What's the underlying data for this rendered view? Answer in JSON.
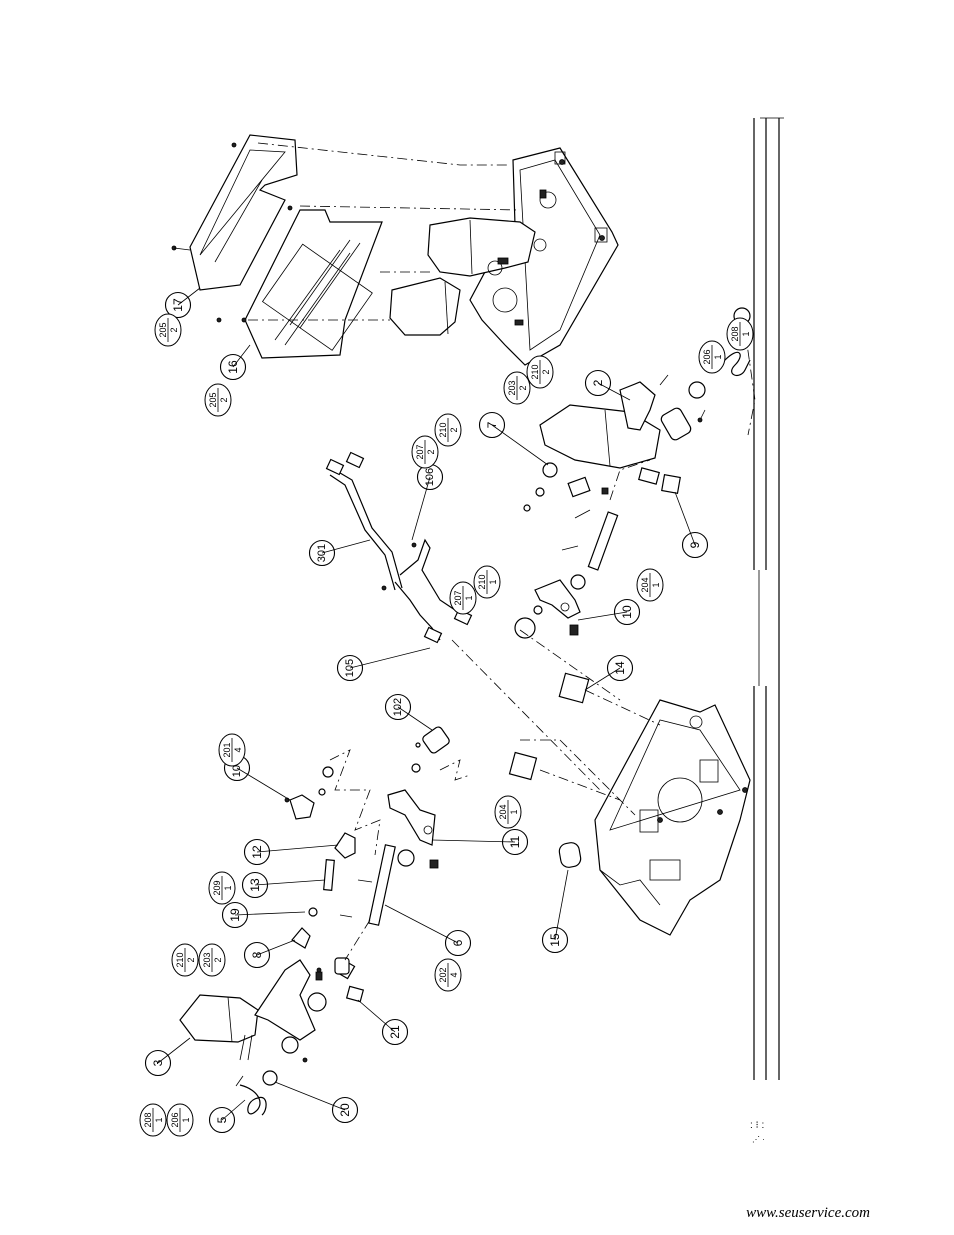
{
  "footer": {
    "url": "www.seuservice.com"
  },
  "callouts": [
    {
      "id": "c3",
      "label": "3"
    },
    {
      "id": "c5",
      "label": "5"
    },
    {
      "id": "c8",
      "label": "8"
    },
    {
      "id": "c19",
      "label": "19"
    },
    {
      "id": "c13",
      "label": "13"
    },
    {
      "id": "c12",
      "label": "12"
    },
    {
      "id": "c104",
      "label": "104"
    },
    {
      "id": "c102",
      "label": "102"
    },
    {
      "id": "c11",
      "label": "11"
    },
    {
      "id": "c6",
      "label": "6"
    },
    {
      "id": "c15",
      "label": "15"
    },
    {
      "id": "c20",
      "label": "20"
    },
    {
      "id": "c21",
      "label": "21"
    },
    {
      "id": "c105",
      "label": "105"
    },
    {
      "id": "c301",
      "label": "301"
    },
    {
      "id": "c106",
      "label": "106"
    },
    {
      "id": "c14",
      "label": "14"
    },
    {
      "id": "c10",
      "label": "10"
    },
    {
      "id": "c9",
      "label": "9"
    },
    {
      "id": "c7",
      "label": "7"
    },
    {
      "id": "c2",
      "label": "2"
    },
    {
      "id": "c16",
      "label": "16"
    },
    {
      "id": "c17",
      "label": "17"
    }
  ],
  "fractions": [
    {
      "id": "f208a",
      "num": "208",
      "den": "1"
    },
    {
      "id": "f206a",
      "num": "206",
      "den": "1"
    },
    {
      "id": "f210a",
      "num": "210",
      "den": "2"
    },
    {
      "id": "f203a",
      "num": "203",
      "den": "2"
    },
    {
      "id": "f209",
      "num": "209",
      "den": "1"
    },
    {
      "id": "f201",
      "num": "201",
      "den": "4"
    },
    {
      "id": "f202",
      "num": "202",
      "den": "4"
    },
    {
      "id": "f204a",
      "num": "204",
      "den": "1"
    },
    {
      "id": "f207a",
      "num": "207",
      "den": "1"
    },
    {
      "id": "f210b",
      "num": "210",
      "den": "1"
    },
    {
      "id": "f207b",
      "num": "207",
      "den": "2"
    },
    {
      "id": "f210c",
      "num": "210",
      "den": "2"
    },
    {
      "id": "f204b",
      "num": "204",
      "den": "1"
    },
    {
      "id": "f203b",
      "num": "203",
      "den": "2"
    },
    {
      "id": "f210d",
      "num": "210",
      "den": "2"
    },
    {
      "id": "f206b",
      "num": "206",
      "den": "1"
    },
    {
      "id": "f208b",
      "num": "208",
      "den": "1"
    },
    {
      "id": "f205a",
      "num": "205",
      "den": "2"
    },
    {
      "id": "f205b",
      "num": "205",
      "den": "2"
    }
  ]
}
